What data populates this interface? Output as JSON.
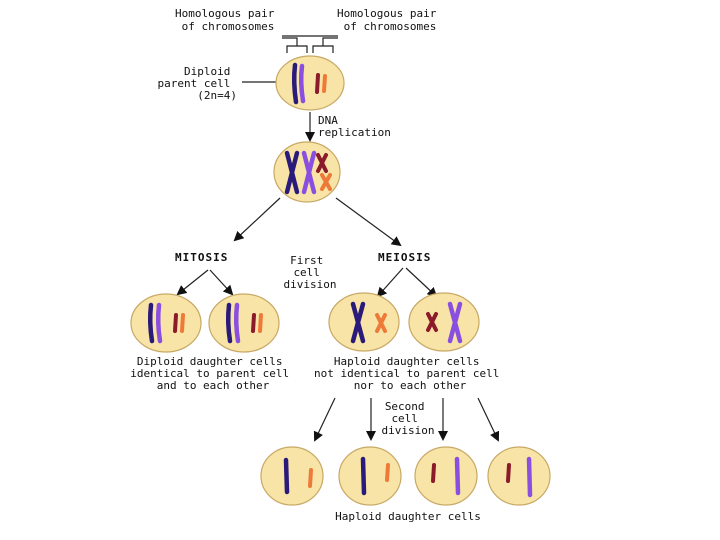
{
  "labels": {
    "homologous_pair_left": [
      "Homologous pair",
      "of chromosomes"
    ],
    "homologous_pair_right": [
      "Homologous pair",
      "of chromosomes"
    ],
    "diploid_parent": [
      "Diploid",
      "parent cell",
      "(2n=4)"
    ],
    "dna_replication": [
      "DNA",
      "replication"
    ],
    "mitosis": "MITOSIS",
    "meiosis": "MEIOSIS",
    "first_cell_division": [
      "First",
      "cell",
      "division"
    ],
    "diploid_daughters": [
      "Diploid daughter cells",
      "identical to parent cell",
      "and to each other"
    ],
    "haploid_daughters_1": [
      "Haploid daughter cells",
      "not identical to parent cell",
      "nor to each other"
    ],
    "second_cell_division": [
      "Second",
      "cell",
      "division"
    ],
    "haploid_daughters_2": "Haploid daughter cells"
  },
  "colors": {
    "cell_fill": "#f7e4a6",
    "cell_outline": "#c8a865",
    "chromosome_dark_blue": "#2a1a7a",
    "chromosome_purple": "#8a4fe0",
    "chromosome_dark_red": "#8b1a2a",
    "chromosome_orange": "#ee7a3a"
  }
}
